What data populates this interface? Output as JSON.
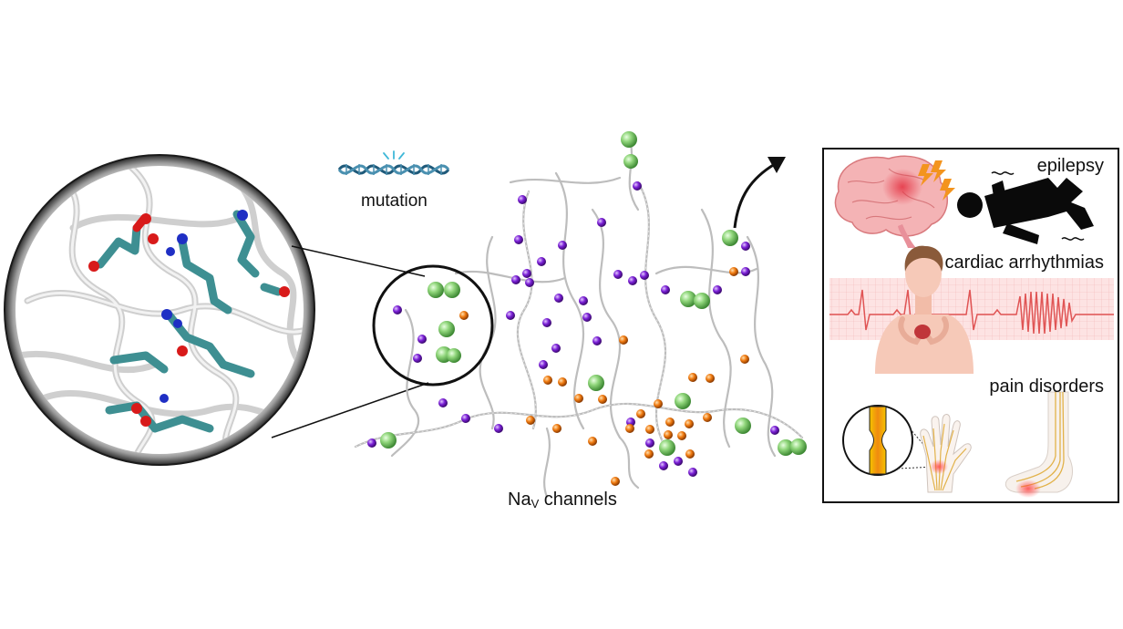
{
  "labels": {
    "mutation": "mutation",
    "channel_prefix": "Na",
    "channel_sub": "V",
    "channel_suffix": " channels",
    "disorders": [
      "epilepsy",
      "cardiac arrhythmias",
      "pain disorders"
    ]
  },
  "colors": {
    "residue_carbon": "#4a9ea0",
    "residue_oxygen": "#d81a1a",
    "residue_nitrogen": "#1f2fc4",
    "sphere_green": "#7fcf6a",
    "sphere_purple": "#7a1fd6",
    "sphere_orange": "#f07a10",
    "ribbon": "#d8d8d8",
    "dna": "#1f5a7a",
    "brain": "#f2a0a4",
    "lightning": "#f3941e",
    "ecg": "#e05555"
  },
  "icons": [
    "dna-icon",
    "arrow-icon",
    "brain-icon",
    "lightning-icon",
    "seizure-figure-icon",
    "person-icon",
    "ecg-trace-icon",
    "nerve-zoom-icon",
    "hand-icon",
    "foot-icon"
  ]
}
